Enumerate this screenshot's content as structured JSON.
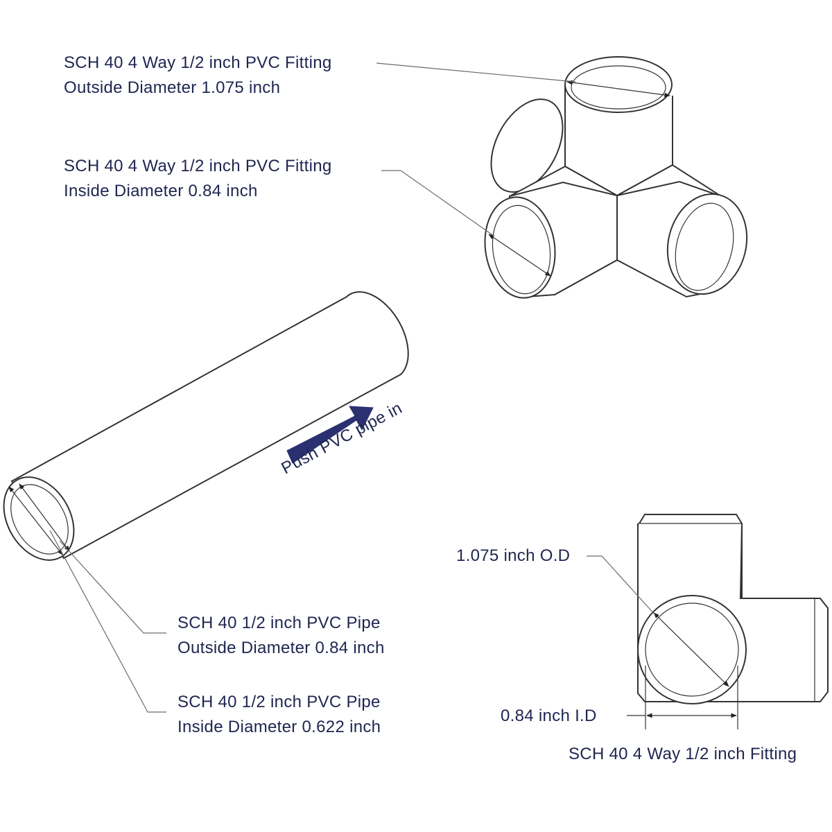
{
  "fitting_od_label": {
    "line1": "SCH 40 4 Way 1/2 inch PVC Fitting",
    "line2": "Outside Diameter 1.075 inch"
  },
  "fitting_id_label": {
    "line1": "SCH 40 4 Way 1/2 inch PVC Fitting",
    "line2": "Inside Diameter 0.84 inch"
  },
  "push_instruction": "Push PVC pipe in",
  "pipe_od_label": {
    "line1": "SCH 40 1/2 inch PVC Pipe",
    "line2": "Outside Diameter 0.84 inch"
  },
  "pipe_id_label": {
    "line1": "SCH 40 1/2 inch PVC Pipe",
    "line2": "Inside Diameter 0.622 inch"
  },
  "side_view": {
    "od_label": "1.075 inch O.D",
    "id_label": "0.84 inch I.D",
    "caption": "SCH 40 4 Way 1/2 inch Fitting"
  },
  "colors": {
    "label_text": "#1f2550",
    "push_arrow": "#2b3170",
    "outline": "#333333",
    "leader_line": "#6b6b6b"
  }
}
